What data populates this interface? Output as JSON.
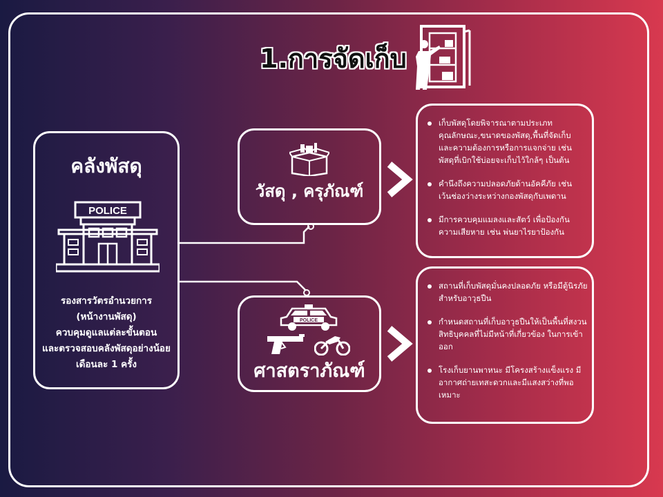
{
  "title": "1.การจัดเก็บ",
  "icons": {
    "title_icon": "cabinet-storage-icon",
    "warehouse_icon": "police-station-icon",
    "category_1_icon": "supplies-box-icon",
    "category_2_icons": [
      "police-car-icon",
      "gun-icon",
      "motorcycle-icon"
    ],
    "arrow_icon": "chevron-right-icon"
  },
  "police_sign": "POLICE",
  "police_car_sign": "POLICE",
  "warehouse": {
    "title": "คลังพัสดุ",
    "lines": [
      "รองสารวัตรอำนวยการ",
      "(หน้างานพัสดุ)",
      "ควบคุมดูแลแต่ละขั้นตอน",
      "และตรวจสอบคลังพัสดุอย่างน้อย",
      "เดือนละ 1 ครั้ง"
    ]
  },
  "categories": [
    {
      "label": "วัสดุ , ครุภัณฑ์",
      "points": [
        [
          "เก็บพัสดุโดยพิจารณาตามประเภท",
          "คุณลักษณะ,ขนาดของพัสดุ,พื้นที่จัดเก็บ",
          "และความต้องการหรือการแจกจ่าย เช่น",
          "พัสดุที่เบิกใช้บ่อยจะเก็บไว้ใกล้ๆ เป็นต้น"
        ],
        [
          "คำนึงถึงความปลอดภัยด้านอัคคีภัย เช่น",
          "เว้นช่องว่างระหว่างกองพัสดุกับเพดาน"
        ],
        [
          "มีการควบคุมแมลงและสัตว์ เพื่อป้องกัน",
          "ความเสียหาย เช่น พ่นยาไรยาป้องกัน"
        ]
      ]
    },
    {
      "label": "ศาสตราภัณฑ์",
      "points": [
        [
          "สถานที่เก็บพัสดุมั่นคงปลอดภัย หรือมีตู้นิรภัย",
          "สำหรับอาวุธปืน"
        ],
        [
          "กำหนดสถานที่เก็บอาวุธปืนให้เป็นพื้นที่สงวน",
          "สิทธิบุคคลที่ไม่มีหน้าที่เกี่ยวข้อง ในการเข้า",
          "ออก"
        ],
        [
          "โรงเก็บยานพาหนะ มีโครงสร้างแข็งแรง มี",
          "อากาศถ่ายเทสะดวกและมีแสงสว่างที่พอ",
          "เหมาะ"
        ]
      ]
    }
  ],
  "colors": {
    "gradient_left": "#1a1a42",
    "gradient_right": "#d8394f",
    "line": "#ffffff"
  }
}
